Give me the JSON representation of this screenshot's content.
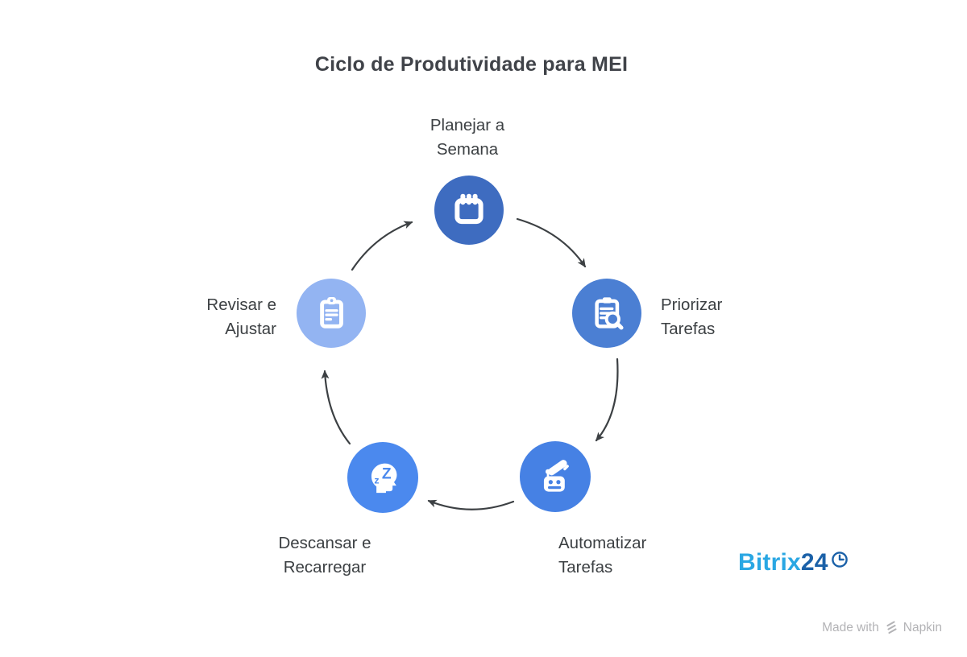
{
  "title": "Ciclo de Produtividade para MEI",
  "cycle": {
    "flow_direction": "clockwise",
    "arrow_color": "#3c4043",
    "nodes": [
      {
        "id": "planejar-a-semana",
        "label_line1": "Planejar a",
        "label_line2": "Semana",
        "color": "#3e6cc0",
        "icon": "calendar-icon"
      },
      {
        "id": "priorizar-tarefas",
        "label_line1": "Priorizar",
        "label_line2": "Tarefas",
        "color": "#4b7fd3",
        "icon": "clipboard-search-icon"
      },
      {
        "id": "automatizar-tarefas",
        "label_line1": "Automatizar",
        "label_line2": "Tarefas",
        "color": "#4681e4",
        "icon": "robot-arm-icon"
      },
      {
        "id": "descansar-e-recarregar",
        "label_line1": "Descansar e",
        "label_line2": "Recarregar",
        "color": "#4b89ee",
        "icon": "sleeping-head-icon"
      },
      {
        "id": "revisar-e-ajustar",
        "label_line1": "Revisar e",
        "label_line2": "Ajustar",
        "color": "#93b4f2",
        "icon": "clipboard-icon"
      }
    ]
  },
  "branding": {
    "logo_text": "Bitrix",
    "logo_number": "24",
    "logo_text_color": "#2aa7e3",
    "logo_number_color": "#1b61a8",
    "clock_icon_color": "#1b61a8"
  },
  "watermark": {
    "prefix": "Made with",
    "suffix": "Napkin",
    "color": "#b3b3b6"
  }
}
